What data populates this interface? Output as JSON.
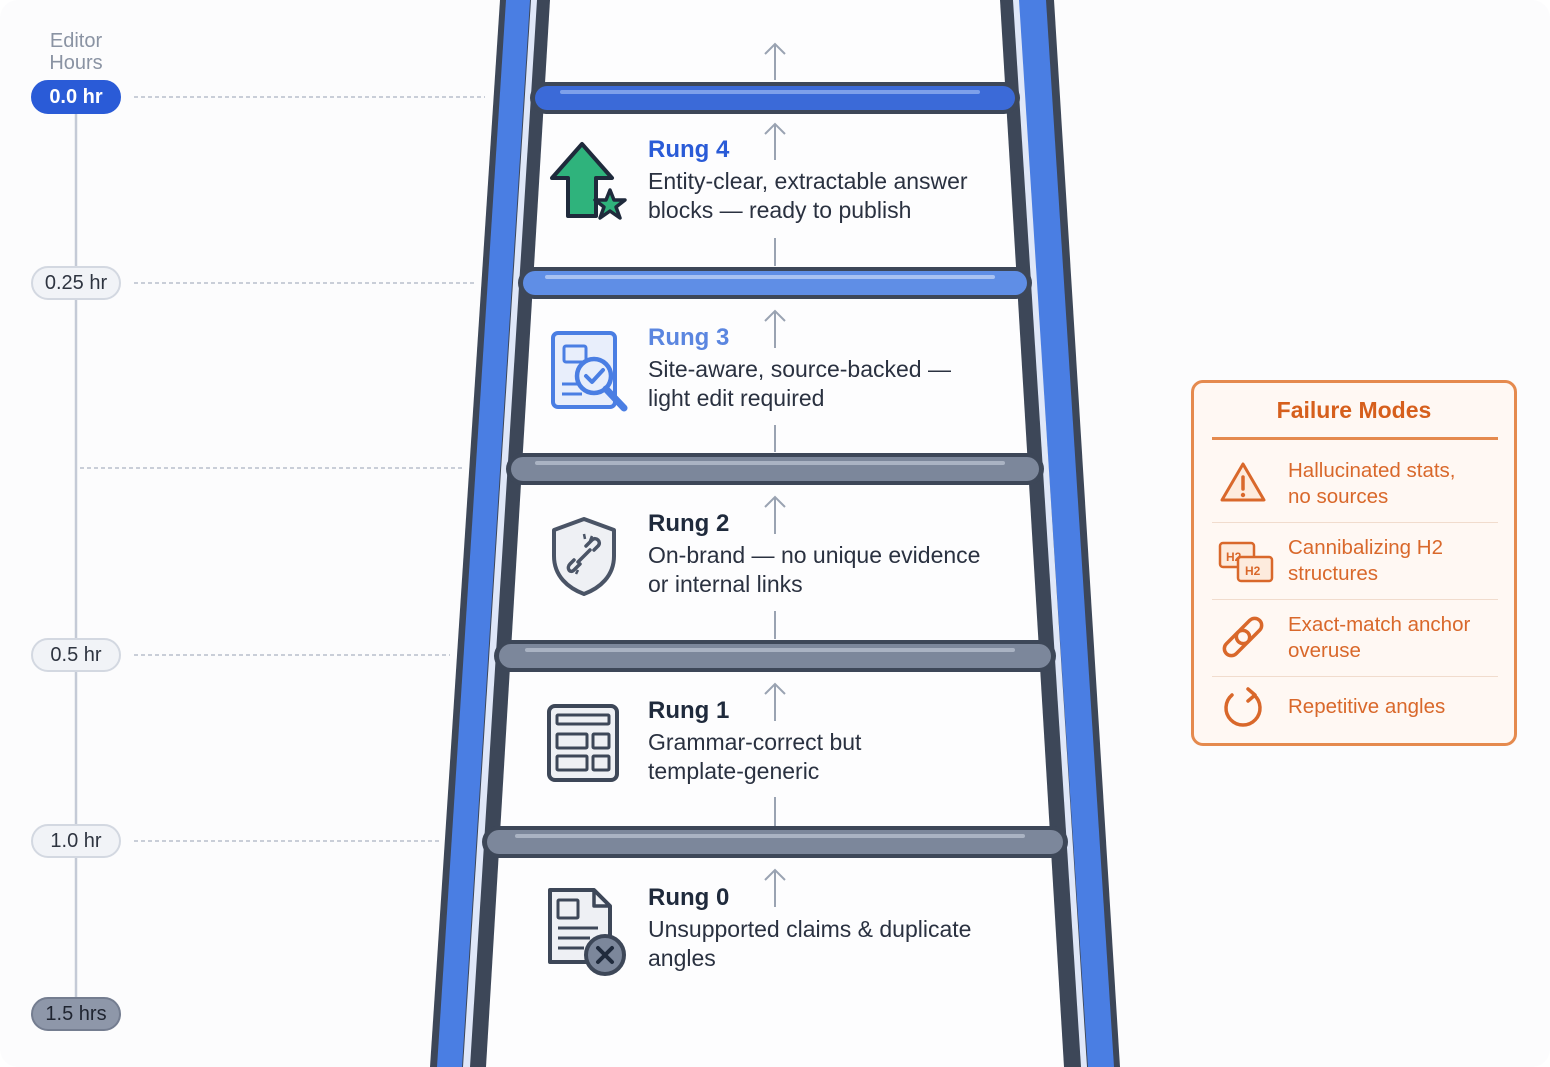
{
  "axis": {
    "title_line1": "Editor",
    "title_line2": "Hours",
    "ticks": [
      "0.0 hr",
      "0.25 hr",
      "0.5 hr",
      "1.0 hr",
      "1.5 hrs"
    ]
  },
  "rungs": [
    {
      "title": "Rung 4",
      "line1": "Entity-clear, extractable answer",
      "line2": "blocks — ready to publish",
      "icon": "upward-arrow-star-icon"
    },
    {
      "title": "Rung 3",
      "line1": "Site-aware, source-backed —",
      "line2": "light edit required",
      "icon": "document-magnifier-check-icon"
    },
    {
      "title": "Rung 2",
      "line1": "On-brand — no unique evidence",
      "line2": "or internal links",
      "icon": "shield-broken-link-icon"
    },
    {
      "title": "Rung 1",
      "line1": "Grammar-correct but",
      "line2": "template-generic",
      "icon": "template-layout-icon"
    },
    {
      "title": "Rung 0",
      "line1": "Unsupported claims & duplicate",
      "line2": "angles",
      "icon": "document-x-icon"
    }
  ],
  "failure_modes": {
    "title": "Failure Modes",
    "items": [
      {
        "line1": "Hallucinated stats,",
        "line2": "no sources",
        "icon": "warning-triangle-icon"
      },
      {
        "line1": "Cannibalizing H2",
        "line2": "structures",
        "icon": "h2-duplicate-icon",
        "badge": "H2"
      },
      {
        "line1": "Exact-match anchor",
        "line2": "overuse",
        "icon": "chain-link-icon"
      },
      {
        "line1": "Repetitive angles",
        "line2": "",
        "icon": "circular-arrow-icon"
      }
    ]
  },
  "colors": {
    "primary_blue": "#2a5bd7",
    "light_blue": "#5b86e0",
    "rail_dark": "#3d4758",
    "gray_rung": "#7c879b",
    "failure_orange": "#d65f1c"
  }
}
